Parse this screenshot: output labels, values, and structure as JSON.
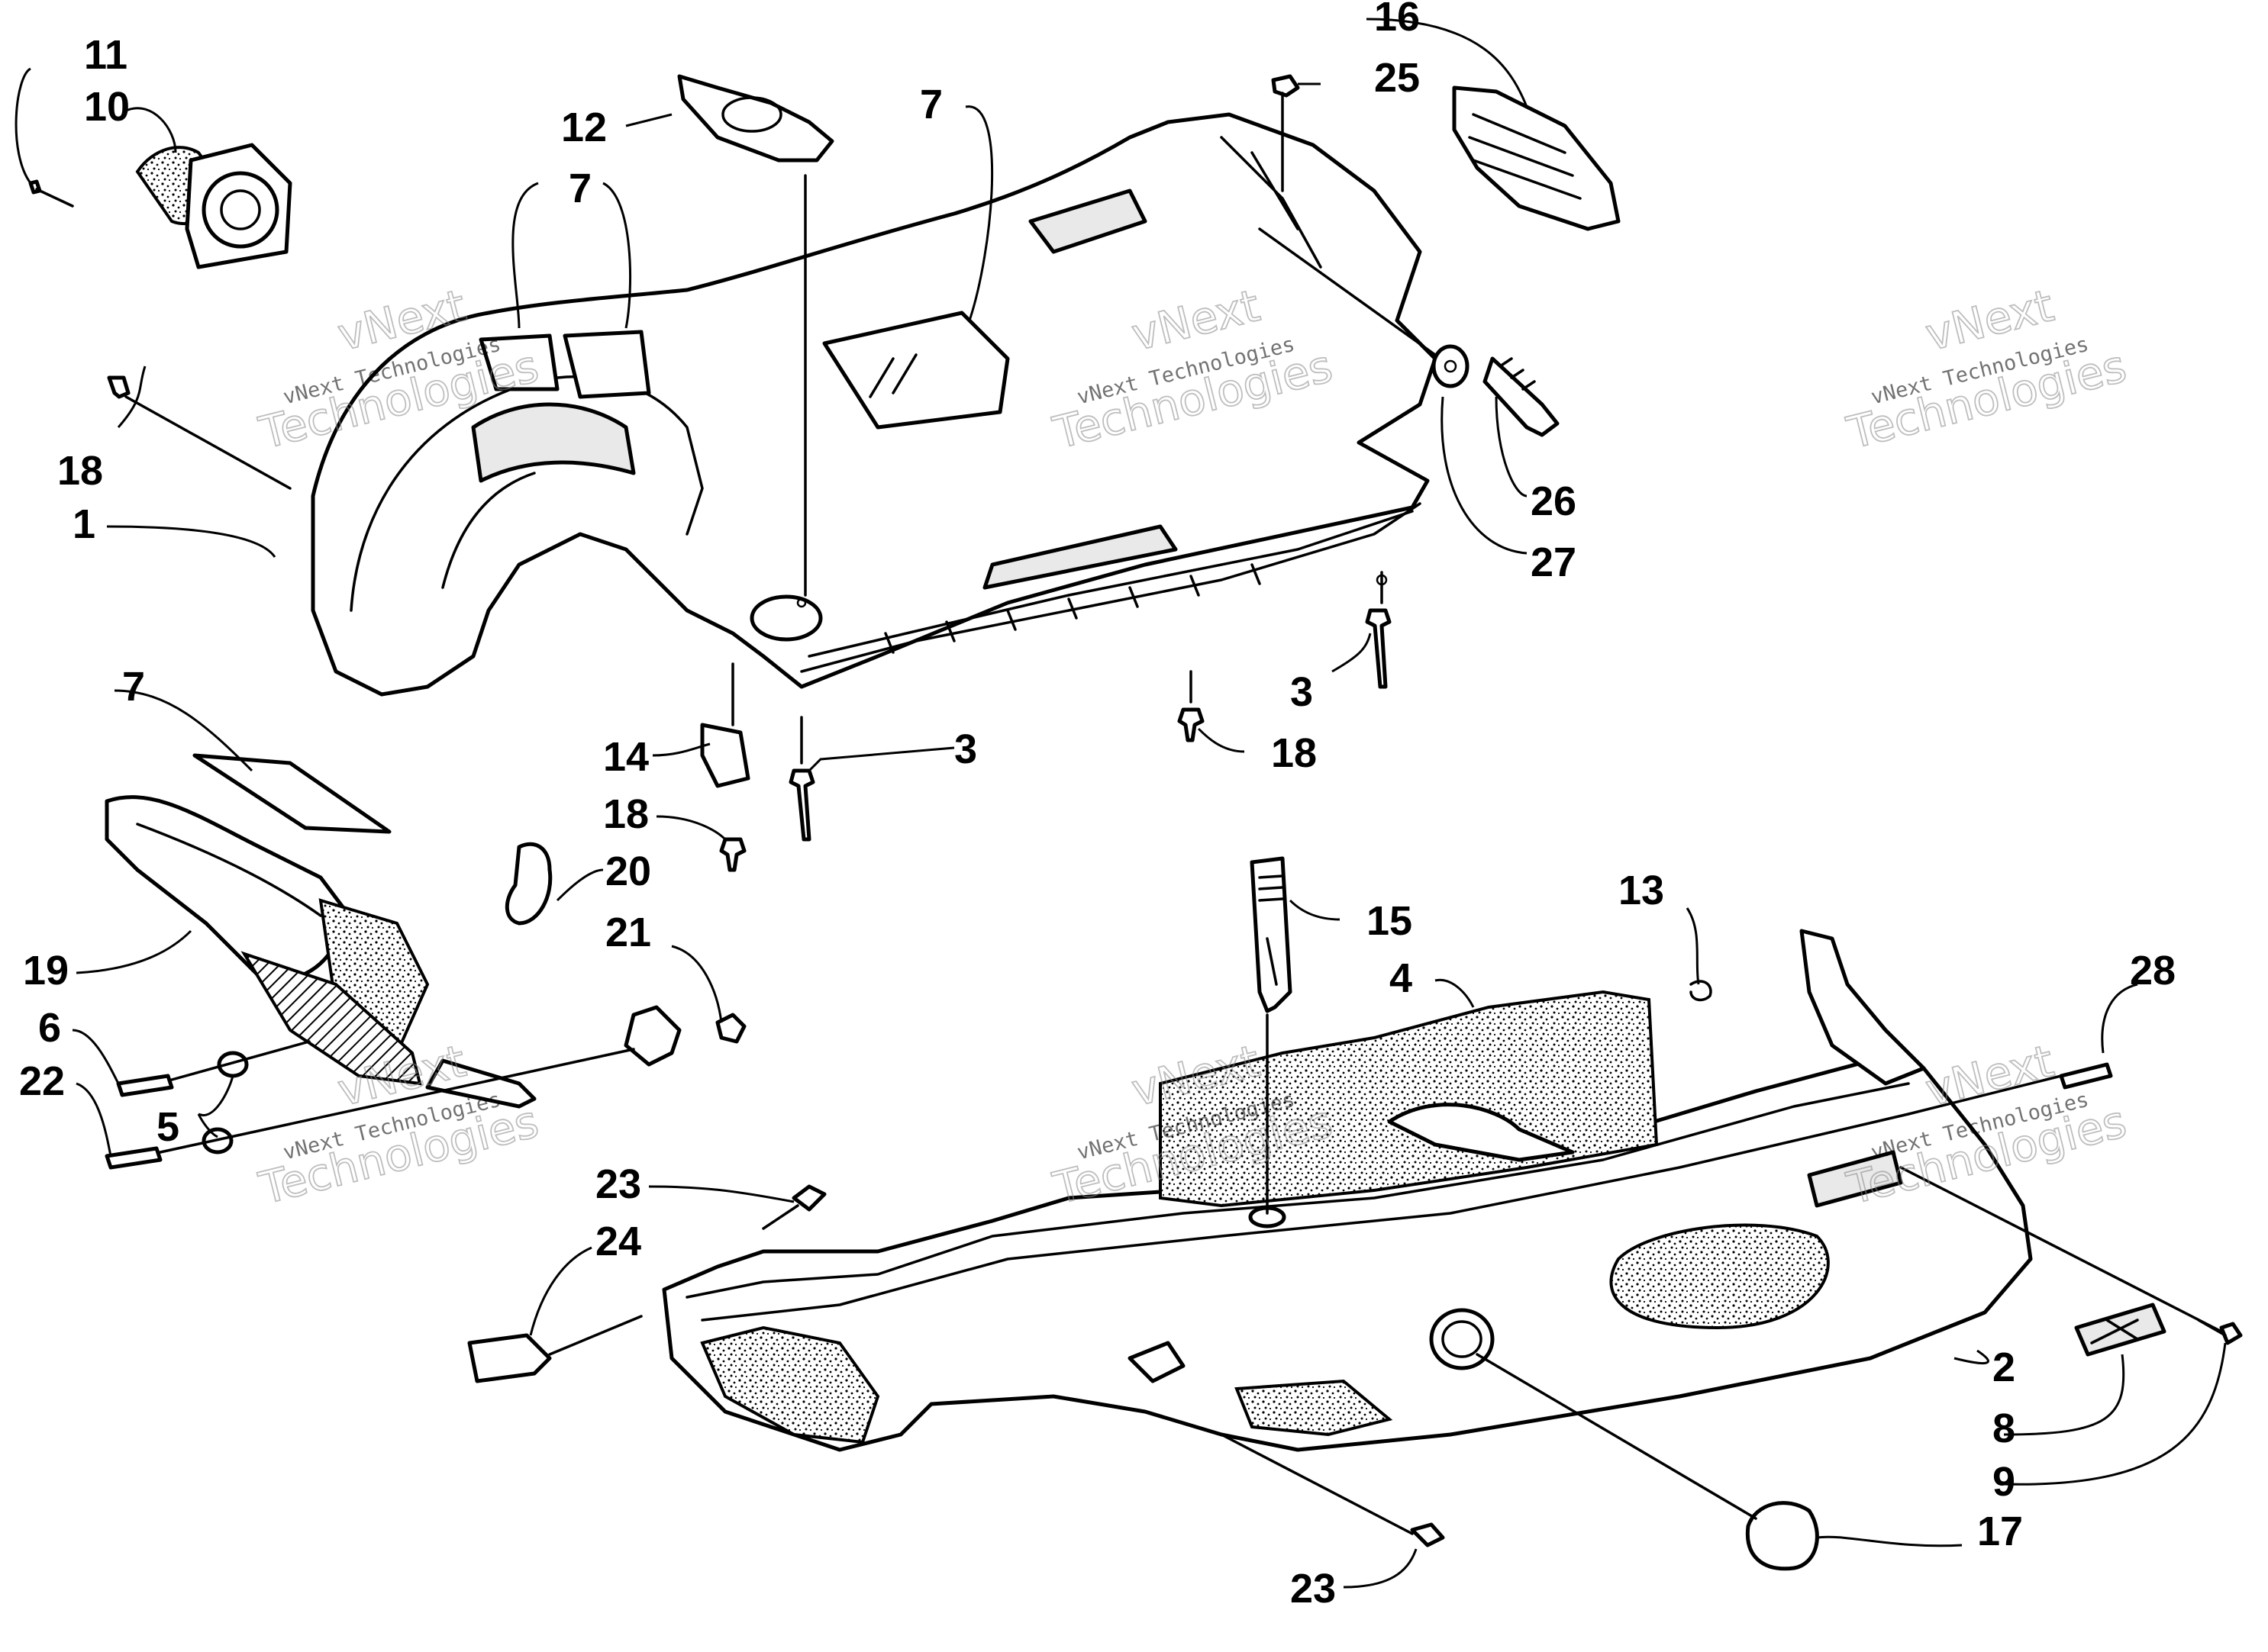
{
  "diagram": {
    "callouts": {
      "c1": "1",
      "c2": "2",
      "c3a": "3",
      "c3b": "3",
      "c4": "4",
      "c5": "5",
      "c6": "6",
      "c7a": "7",
      "c7b": "7",
      "c7c": "7",
      "c8": "8",
      "c9": "9",
      "c10": "10",
      "c11": "11",
      "c12": "12",
      "c13": "13",
      "c14": "14",
      "c15": "15",
      "c16": "16",
      "c17": "17",
      "c18a": "18",
      "c18b": "18",
      "c18c": "18",
      "c19": "19",
      "c20": "20",
      "c21": "21",
      "c22": "22",
      "c23a": "23",
      "c23b": "23",
      "c24": "24",
      "c25": "25",
      "c26": "26",
      "c27": "27",
      "c28": "28"
    },
    "watermark": {
      "line1": "vNext",
      "line2": "vNext Technologies",
      "line3": "Technologies"
    }
  }
}
